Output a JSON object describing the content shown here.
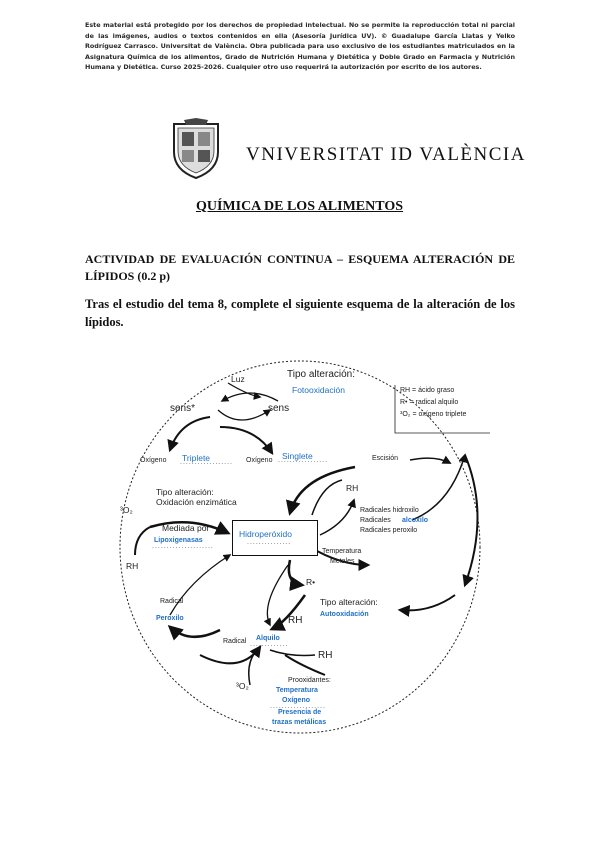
{
  "notice": "Este material está protegido por los derechos de propiedad intelectual. No se permite la reproducción total ni parcial de las imágenes, audios o textos contenidos en ella (Asesoría Jurídica UV). © Guadalupe García Llatas y Yelko Rodríguez Carrasco. Universitat de València. Obra publicada para uso exclusivo de los estudiantes matriculados en la Asignatura Química de los alimentos, Grado de Nutrición Humana y Dietética y Doble Grado en Farmacia y Nutrición Humana y Dietética. Curso 2025-2026. Cualquier otro uso requerirá la autorización por escrito de los autores.",
  "university": "VNIVERSITAT ID VALÈNCIA",
  "title": "QUÍMICA DE LOS ALIMENTOS",
  "activity": "ACTIVIDAD DE EVALUACIÓN CONTINUA – ESQUEMA ALTERACIÓN DE LÍPIDOS (0.2 p)",
  "instructions": "Tras el estudio del tema 8, complete el siguiente esquema de la alteración de los lípidos.",
  "diagram": {
    "luz": "Luz",
    "tipo_alteracion": "Tipo alteración:",
    "fotooxidacion": "Fotooxidación",
    "sens_star": "sens*",
    "sens": "sens",
    "legend_1": "RH = ácido graso",
    "legend_2": "R• = radical alquilo",
    "legend_3": "³O₂ = oxígeno triplete",
    "oxigeno_1": "Oxígeno",
    "triplete": "Triplete",
    "oxigeno_2": "Oxígeno",
    "singlete": "Singlete",
    "escision": "Escisión",
    "rh_1": "RH",
    "tipo_alteracion_2": "Tipo alteración:",
    "oxidacion_enzimatica": "Oxidación enzimática",
    "o2_left": "³O₂",
    "mediada_por": "Mediada por",
    "lipoxigenasas": "Lipoxigenasas",
    "rh_left": "RH",
    "hidroperoxido": "Hidroperóxido",
    "radicales_hidroxilo": "Radicales hidroxilo",
    "radicales": "Radicales",
    "alcoxilo": "alcoxilo",
    "radicales_peroxilo": "Radicales peroxilo",
    "temperatura": "Temperatura",
    "metales": "Metales",
    "r_dot": "R•",
    "radical_1": "Radical",
    "peroxilo": "Peroxilo",
    "rh_2": "RH",
    "tipo_alteracion_3": "Tipo alteración:",
    "autooxidacion": "Autooxidación",
    "radical_2": "Radical",
    "alquilo": "Alquilo",
    "rh_3": "RH",
    "o2_bottom": "³O₂",
    "prooxidantes": "Prooxidantes:",
    "temperatura_2": "Temperatura",
    "oxigeno_3": "Oxígeno",
    "presencia_de": "Presencia de",
    "trazas_metalicas": "trazas metálicas"
  }
}
